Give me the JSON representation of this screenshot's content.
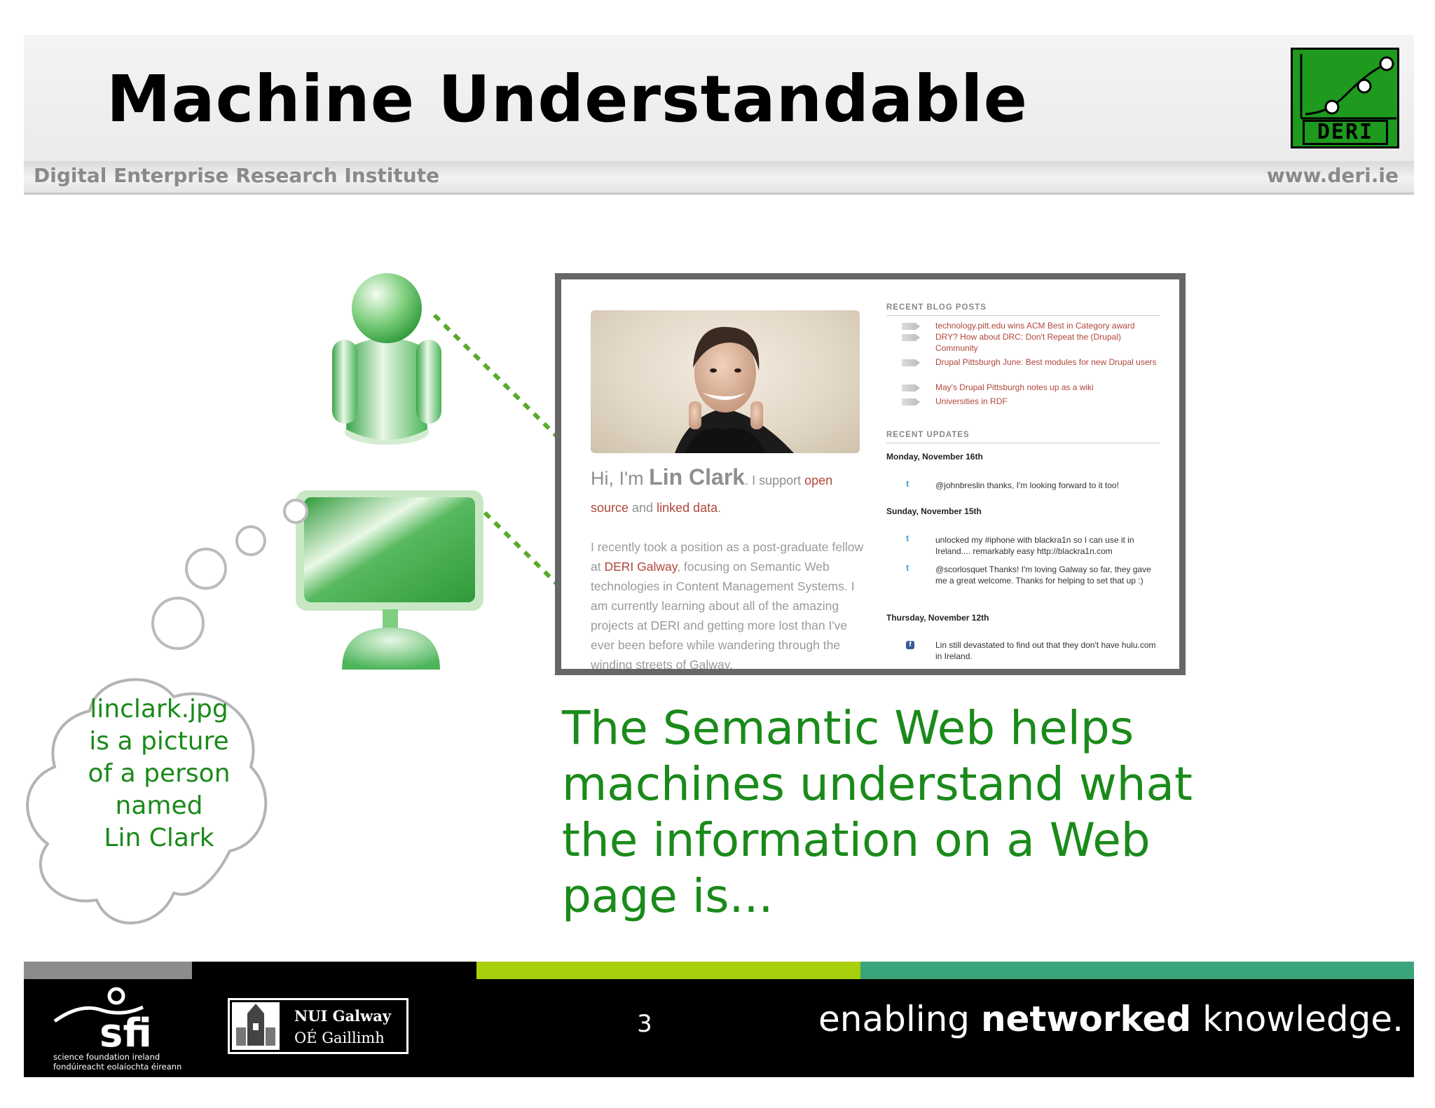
{
  "header": {
    "title": "Machine Understandable",
    "institute": "Digital Enterprise Research Institute",
    "website": "www.deri.ie",
    "logo_text": "DERI"
  },
  "colors": {
    "accent_green": "#1a8a1a",
    "logo_green": "#1e9a1e",
    "bar_gray": "#8c8c8c",
    "bar_lime": "#a8cf0b",
    "bar_teal": "#3aa57a",
    "link_red": "#b0463a"
  },
  "cloud": {
    "lines": [
      "linclark.jpg",
      "is a picture",
      "of a person",
      "named",
      "Lin Clark"
    ]
  },
  "website": {
    "greeting_prefix": "Hi, I'm ",
    "greeting_name": "Lin Clark",
    "greeting_suffix": ". I support ",
    "greeting_link1": "open source",
    "greeting_and": " and ",
    "greeting_link2": "linked data",
    "greeting_end": ".",
    "bio_part1": "I recently took a position as a post-graduate fellow at ",
    "bio_link": "DERI Galway",
    "bio_part2": ", focusing on Semantic Web technologies in Content Management Systems. I am currently learning about all of the amazing projects at DERI and getting more lost than I've ever been before while wandering through the winding streets of Galway.",
    "recent_posts_heading": "RECENT BLOG POSTS",
    "posts": [
      "technology.pitt.edu wins ACM Best in Category award",
      "DRY? How about DRC: Don't Repeat the (Drupal) Community",
      "Drupal Pittsburgh June: Best modules for new Drupal users",
      "May's Drupal Pittsburgh notes up as a wiki",
      "Universities in RDF"
    ],
    "recent_updates_heading": "RECENT UPDATES",
    "updates": [
      {
        "date": "Monday, November 16th",
        "items": [
          "@johnbreslin thanks, I'm looking forward to it too!"
        ]
      },
      {
        "date": "Sunday, November 15th",
        "items": [
          "unlocked my #iphone with blackra1n so I can use it in Ireland.... remarkably easy http://blackra1n.com",
          "@scorlosquet Thanks! I'm loving Galway so far, they gave me a great welcome. Thanks for helping to set that up :)"
        ]
      },
      {
        "date": "Thursday, November 12th",
        "items": [
          "Lin still devastated to find out that they don't have hulu.com in Ireland."
        ]
      }
    ]
  },
  "main_statement": "The Semantic Web helps machines understand what the information on a Web page is...",
  "footer": {
    "sfi_logo_text": "sfi",
    "sfi_caption_line1": "science foundation ireland",
    "sfi_caption_line2": "fondúireacht eolaíochta éireann",
    "nui_name": "NUI Galway",
    "nui_irish": "OÉ Gaillimh",
    "page_number": "3",
    "tagline_part1": "enabling ",
    "tagline_bold": "networked",
    "tagline_part2": " knowledge."
  }
}
